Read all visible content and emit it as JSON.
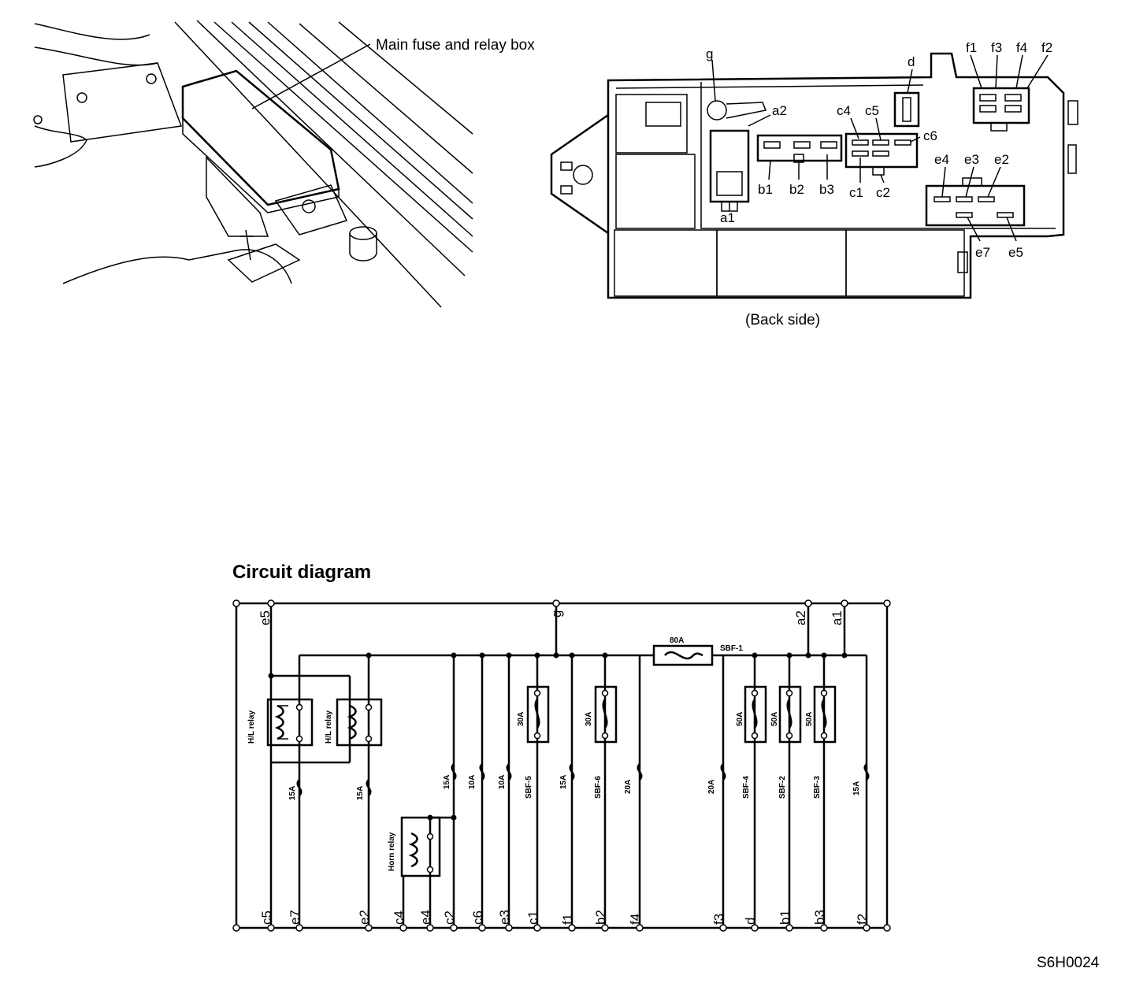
{
  "photo": {
    "callout": "Main fuse and relay box"
  },
  "backside": {
    "caption": "(Back side)",
    "labels": {
      "g": "g",
      "a2": "a2",
      "a1": "a1",
      "d": "d",
      "f1": "f1",
      "f3": "f3",
      "f4": "f4",
      "f2": "f2",
      "c4": "c4",
      "c5": "c5",
      "c6": "c6",
      "c1": "c1",
      "c2": "c2",
      "b1": "b1",
      "b2": "b2",
      "b3": "b3",
      "e4": "e4",
      "e3": "e3",
      "e2": "e2",
      "e7": "e7",
      "e5": "e5"
    }
  },
  "circuit": {
    "title": "Circuit diagram",
    "top_labels": {
      "e5": "e5",
      "g": "g",
      "a2": "a2",
      "a1": "a1"
    },
    "main_fuse": {
      "rating": "80A",
      "name": "SBF-1"
    },
    "relays": {
      "hl1": "H/L relay",
      "hl2": "H/L relay",
      "horn": "Horn relay"
    },
    "fuses": {
      "e7": "15A",
      "e2": "15A",
      "c2": "15A",
      "c6": "10A",
      "e3": "10A",
      "sbf5_rating": "30A",
      "sbf5_name": "SBF-5",
      "f1": "15A",
      "sbf6_rating": "30A",
      "sbf6_name": "SBF-6",
      "f4": "20A",
      "f3": "20A",
      "sbf4_rating": "50A",
      "sbf4_name": "SBF-4",
      "sbf2_rating": "50A",
      "sbf2_name": "SBF-2",
      "sbf3_rating": "50A",
      "sbf3_name": "SBF-3",
      "f2": "15A"
    },
    "bottom_labels": [
      "c5",
      "e7",
      "e2",
      "c4",
      "e4",
      "c2",
      "c6",
      "e3",
      "c1",
      "f1",
      "b2",
      "f4",
      "f3",
      "d",
      "b1",
      "b3",
      "f2"
    ]
  },
  "figure_code": "S6H0024"
}
